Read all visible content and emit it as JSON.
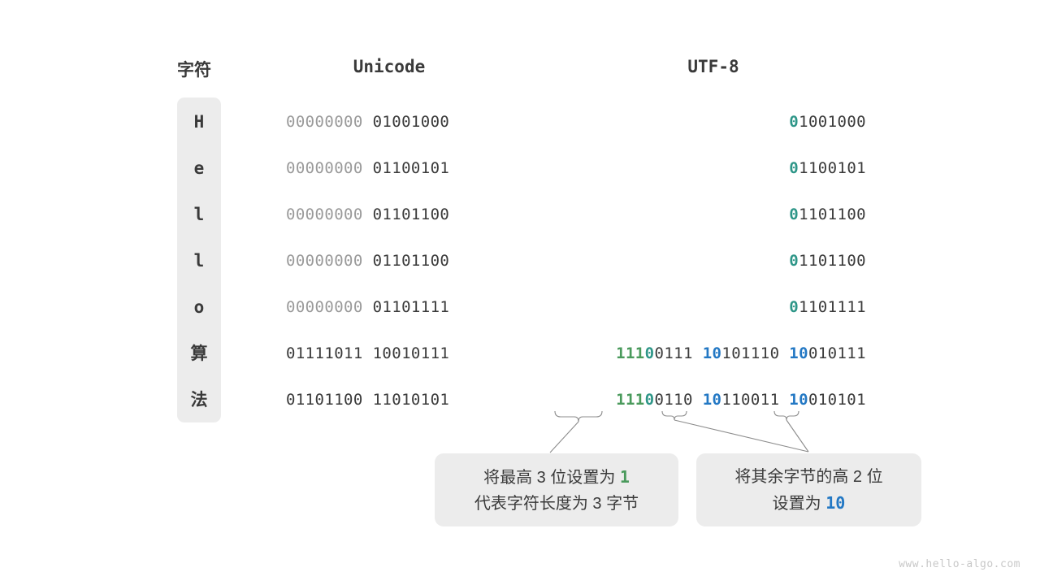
{
  "headers": {
    "char": "字符",
    "unicode": "Unicode",
    "utf8": "UTF-8"
  },
  "colors": {
    "panel_bg": "#ececec",
    "text": "#3a3a3a",
    "dim": "#9a9a9a",
    "teal": "#2e9688",
    "green": "#4a9a5c",
    "blue": "#2378c4",
    "watermark": "#c8c8c8"
  },
  "rows": [
    {
      "char": "H",
      "unicode_high": "00000000",
      "unicode_low": "01001000",
      "utf8_parts": [
        {
          "marker": "0",
          "marker_color": "teal",
          "rest": "1001000"
        }
      ]
    },
    {
      "char": "e",
      "unicode_high": "00000000",
      "unicode_low": "01100101",
      "utf8_parts": [
        {
          "marker": "0",
          "marker_color": "teal",
          "rest": "1100101"
        }
      ]
    },
    {
      "char": "l",
      "unicode_high": "00000000",
      "unicode_low": "01101100",
      "utf8_parts": [
        {
          "marker": "0",
          "marker_color": "teal",
          "rest": "1101100"
        }
      ]
    },
    {
      "char": "l",
      "unicode_high": "00000000",
      "unicode_low": "01101100",
      "utf8_parts": [
        {
          "marker": "0",
          "marker_color": "teal",
          "rest": "1101100"
        }
      ]
    },
    {
      "char": "o",
      "unicode_high": "00000000",
      "unicode_low": "01101111",
      "utf8_parts": [
        {
          "marker": "0",
          "marker_color": "teal",
          "rest": "1101111"
        }
      ]
    },
    {
      "char": "算",
      "unicode_high": "01111011",
      "unicode_low": "10010111",
      "utf8_parts": [
        {
          "marker": "111",
          "marker_color": "green",
          "marker2": "0",
          "marker2_color": "teal",
          "rest": "0111"
        },
        {
          "marker": "10",
          "marker_color": "blue",
          "rest": "101110"
        },
        {
          "marker": "10",
          "marker_color": "blue",
          "rest": "010111"
        }
      ]
    },
    {
      "char": "法",
      "unicode_high": "01101100",
      "unicode_low": "11010101",
      "utf8_parts": [
        {
          "marker": "111",
          "marker_color": "green",
          "marker2": "0",
          "marker2_color": "teal",
          "rest": "0110"
        },
        {
          "marker": "10",
          "marker_color": "blue",
          "rest": "110011"
        },
        {
          "marker": "10",
          "marker_color": "blue",
          "rest": "010101"
        }
      ]
    }
  ],
  "callouts": {
    "left": {
      "line1_pre": "将最高 3 位设置为 ",
      "line1_hi": "1",
      "line2": "代表字符长度为 3 字节"
    },
    "right": {
      "line1": "将其余字节的高 2 位",
      "line2_pre": "设置为 ",
      "line2_hi": "10"
    }
  },
  "watermark": "www.hello-algo.com"
}
